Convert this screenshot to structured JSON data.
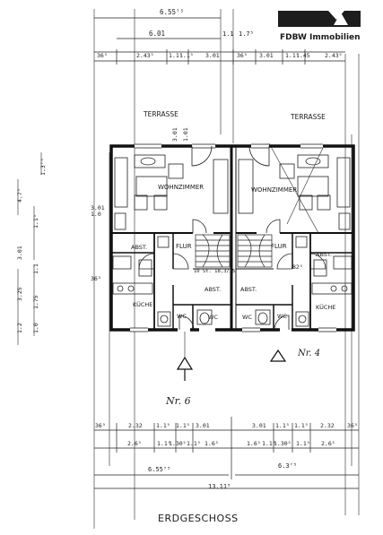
{
  "logo": {
    "text": "FDBW Immobilien"
  },
  "plan_title": "ERDGESCHOSS",
  "units": {
    "left": "Nr. 6",
    "right": "Nr. 4"
  },
  "terraces": {
    "left": "TERRASSE",
    "right": "TERRASSE"
  },
  "rooms": {
    "left": {
      "living": "WOHNZIMMER",
      "storage": "ABST.",
      "hall": "FLUR",
      "hall_storage": "ABST.",
      "kitchen": "KÜCHE",
      "wc": "WC",
      "cloak": "WC"
    },
    "right": {
      "living": "WOHNZIMMER",
      "storage": "ABST.",
      "hall": "FLUR",
      "hall_storage": "ABST.",
      "kitchen": "KÜCHE",
      "wc": "WC",
      "cloak": "WC"
    }
  },
  "stair_label": "10 St. 18,3/25",
  "dims": {
    "top_total": "6.55⁷⁵",
    "top_left": "6.01",
    "top_mid": "1.1",
    "top_right": "1.7⁵",
    "top_row": [
      "36⁵",
      "2.43⁵",
      "1.1⁵",
      "1.1⁵",
      "3.01",
      "36⁵",
      "3.01",
      "1.1⁵",
      "1.45",
      "2.43⁵"
    ],
    "side_top": [
      "1.3⁷⁵",
      "1.0",
      "4.7⁵",
      "1.1⁵"
    ],
    "side_mid": [
      "3.01",
      "1.1",
      "1.0",
      "3.25"
    ],
    "side_low": [
      "1.75",
      "1.2",
      "1.0"
    ],
    "bottom_row1": [
      "36⁵",
      "2.32",
      "1.1⁵",
      "1.1⁵",
      "3.01",
      "3.01",
      "1.1⁵",
      "1.1⁵",
      "2.32",
      "36⁵"
    ],
    "bottom_row2": [
      "2.6⁵",
      "1.1⁵",
      "1.30⁵",
      "1.1⁵",
      "1.6⁵",
      "1.6⁵",
      "1.1⁵",
      "1.30⁵",
      "1.1⁵",
      "2.6⁵"
    ],
    "bottom_sub_left": "6.55⁷⁵",
    "bottom_sub_right": "6.3⁷⁵",
    "bottom_total": "13.11⁵",
    "door_width": "3.01",
    "inner_a": "1.01",
    "inner_b": "3.01",
    "inner_c": "82⁵",
    "inner_d": "1.0",
    "inner_e": "36⁵"
  }
}
